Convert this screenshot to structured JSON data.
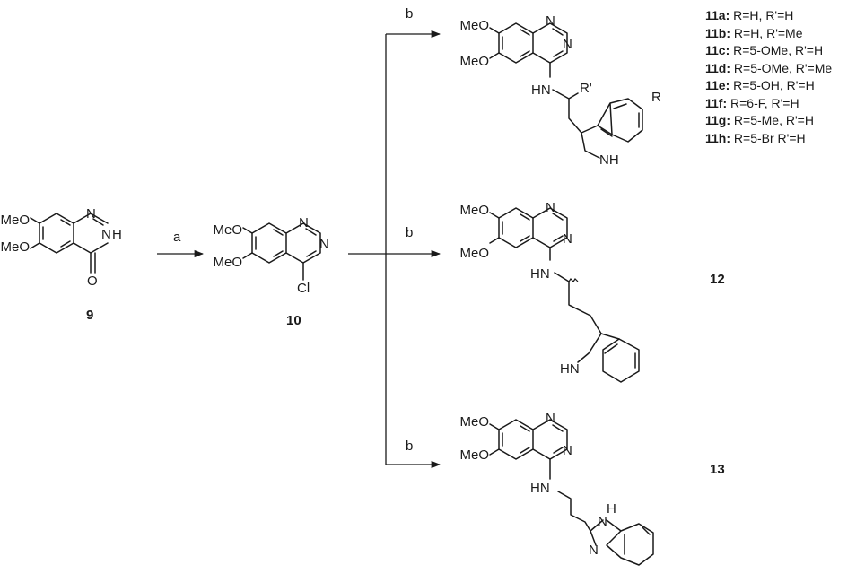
{
  "reagents": {
    "step_a": "a",
    "step_b": "b"
  },
  "atoms": {
    "methoxy": "MeO",
    "n": "N",
    "nh": "NH",
    "hn": "HN",
    "h": "H",
    "o": "O",
    "cl": "Cl",
    "r": "R",
    "r_prime": "R'"
  },
  "compounds": {
    "c9": "9",
    "c10": "10",
    "c12": "12",
    "c13": "13"
  },
  "legend": [
    {
      "id": "11a:",
      "desc": " R=H, R'=H"
    },
    {
      "id": "11b:",
      "desc": " R=H, R'=Me"
    },
    {
      "id": "11c:",
      "desc": " R=5-OMe, R'=H"
    },
    {
      "id": "11d:",
      "desc": " R=5-OMe, R'=Me"
    },
    {
      "id": "11e:",
      "desc": " R=5-OH, R'=H"
    },
    {
      "id": "11f:",
      "desc": " R=6-F, R'=H"
    },
    {
      "id": "11g:",
      "desc": " R=5-Me, R'=H"
    },
    {
      "id": "11h:",
      "desc": " R=5-Br R'=H"
    }
  ]
}
